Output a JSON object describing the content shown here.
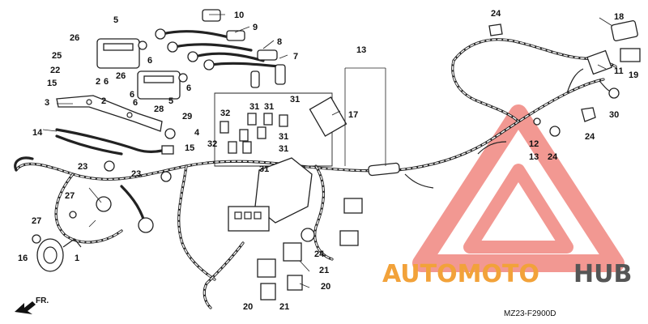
{
  "callouts": {
    "c1": "1",
    "c2a": "2",
    "c2b": "2",
    "c3": "3",
    "c4": "4",
    "c5a": "5",
    "c5b": "5",
    "c6a": "6",
    "c6b": "6",
    "c6c": "6",
    "c6d": "6",
    "c6e": "6",
    "c7": "7",
    "c8": "8",
    "c9": "9",
    "c10": "10",
    "c11": "11",
    "c12": "12",
    "c13a": "13",
    "c13b": "13",
    "c14": "14",
    "c15a": "15",
    "c15b": "15",
    "c16": "16",
    "c17": "17",
    "c18": "18",
    "c19": "19",
    "c20a": "20",
    "c20b": "20",
    "c21a": "21",
    "c21b": "21",
    "c22": "22",
    "c23a": "23",
    "c23b": "23",
    "c24a": "24",
    "c24b": "24",
    "c24c": "24",
    "c24d": "24",
    "c25": "25",
    "c26a": "26",
    "c26b": "26",
    "c27a": "27",
    "c27b": "27",
    "c28": "28",
    "c29": "29",
    "c30": "30",
    "c31a": "31",
    "c31b": "31",
    "c31c": "31",
    "c31d": "31",
    "c31e": "31",
    "c31f": "31",
    "c32a": "32",
    "c32b": "32"
  },
  "diagram_code": "MZ23-F2900D",
  "direction_label": "FR.",
  "watermark": {
    "word_a": "AUTOMOTO",
    "word_b": "HUB",
    "color_a": "#f2a23a",
    "color_b": "#555555",
    "logo_color": "#e8443a"
  }
}
